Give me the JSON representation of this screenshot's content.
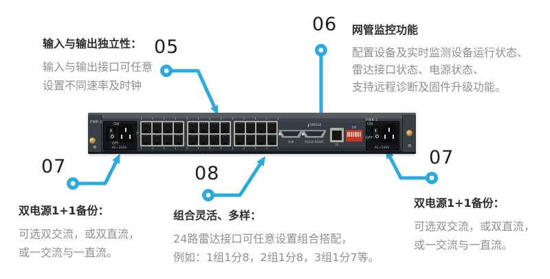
{
  "colors": {
    "accent": "#29abe2",
    "chassis": "#363c44",
    "dip_red": "#c2382b"
  },
  "callouts": {
    "c05": {
      "number": "05",
      "title": "输入与输出独立性：",
      "line1": "输入与输出接口可任意",
      "line2": "设置不同速率及时钟"
    },
    "c06": {
      "number": "06",
      "title": "网管监控功能",
      "line1": "配置设备及实时监测设备运行状态、",
      "line2": "雷达接口状态、电源状态、",
      "line3": "支持远程诊断及固件升级功能。"
    },
    "c07_left": {
      "number": "07",
      "title": "双电源1+1备份：",
      "line1": "可选双交流，或双直流，",
      "line2": "或一交流与一直流。"
    },
    "c08": {
      "number": "08",
      "title": "组合灵活、多样：",
      "line1": "24路雷达接口可任意设置组合搭配，",
      "line2": "例如：1组1分8，2组1分8，3组1分7等。"
    },
    "c07_right": {
      "number": "07",
      "title": "双电源1+1备份：",
      "line1": "可选双交流，或双直流，",
      "line2": "或一交流与一直流。"
    }
  },
  "device": {
    "port_groups": 3,
    "ports_per_group": 8,
    "labels": {
      "pwr_left": "PWR-2",
      "pwr_right": "PWR-1",
      "on": "ON",
      "off": "OFF",
      "ac": "AC~220V",
      "alm": "ALM",
      "serial": "RS232 RS485",
      "console": "CONSOLE",
      "fe": "FE",
      "dip": "DIP",
      "ground": "≡"
    }
  }
}
